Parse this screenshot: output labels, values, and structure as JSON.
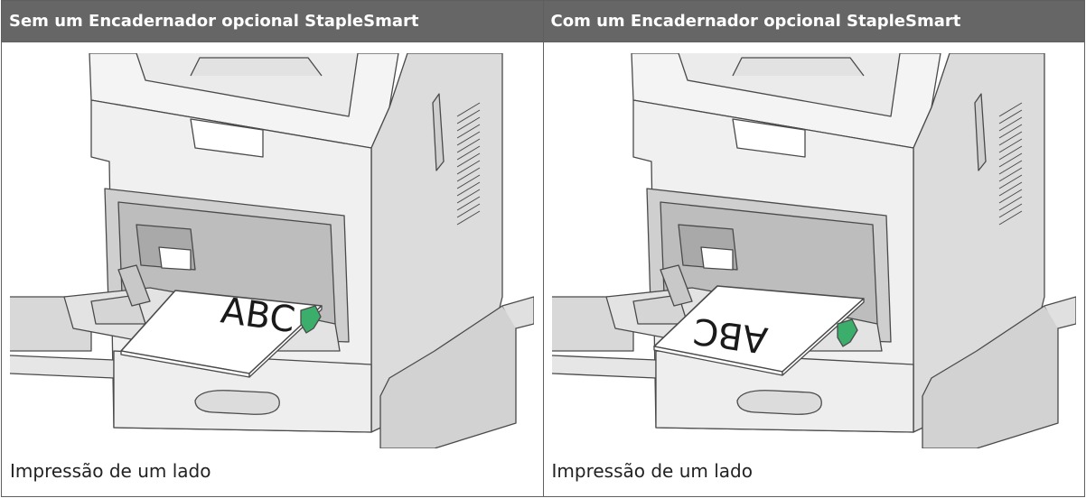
{
  "table": {
    "columns": [
      {
        "header": "Sem um Encadernador opcional StapleSmart",
        "caption": "Impressão de um lado",
        "paper_text": "ABC"
      },
      {
        "header": "Com um Encadernador opcional StapleSmart",
        "caption": "Impressão de um lado",
        "paper_text": "ABC"
      }
    ]
  },
  "colors": {
    "header_bg": "#666666",
    "header_text": "#ffffff",
    "line": "#4a4a4a",
    "paper": "#ffffff",
    "guide_green": "#3cae6b"
  }
}
